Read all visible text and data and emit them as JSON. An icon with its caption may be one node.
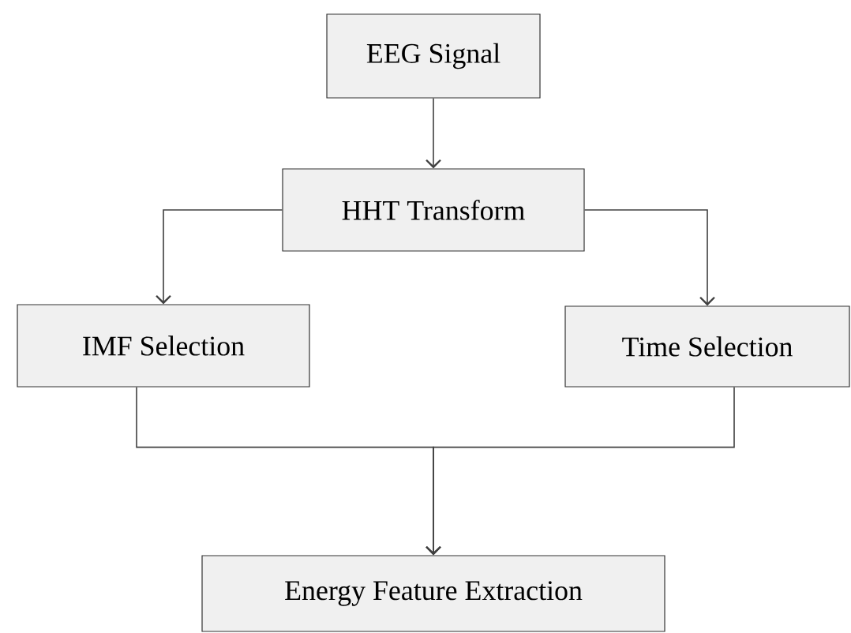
{
  "diagram": {
    "nodes": [
      {
        "text": [
          "EEG Signal"
        ]
      },
      {
        "text": [
          "HHT Transform"
        ]
      },
      {
        "text": [
          "IMF Selection"
        ]
      },
      {
        "text": [
          "Time Selection"
        ]
      },
      {
        "text": [
          "Energy Feature Extraction"
        ]
      }
    ],
    "edges": [
      {
        "from": 0,
        "to": 1,
        "arrow": "to"
      },
      {
        "from": 1,
        "to": 2,
        "arrow": "to"
      },
      {
        "from": 1,
        "to": 3,
        "arrow": "to"
      },
      {
        "from": 2,
        "to": 4,
        "arrow": "to"
      },
      {
        "from": 3,
        "to": 4,
        "arrow": "to"
      }
    ]
  }
}
